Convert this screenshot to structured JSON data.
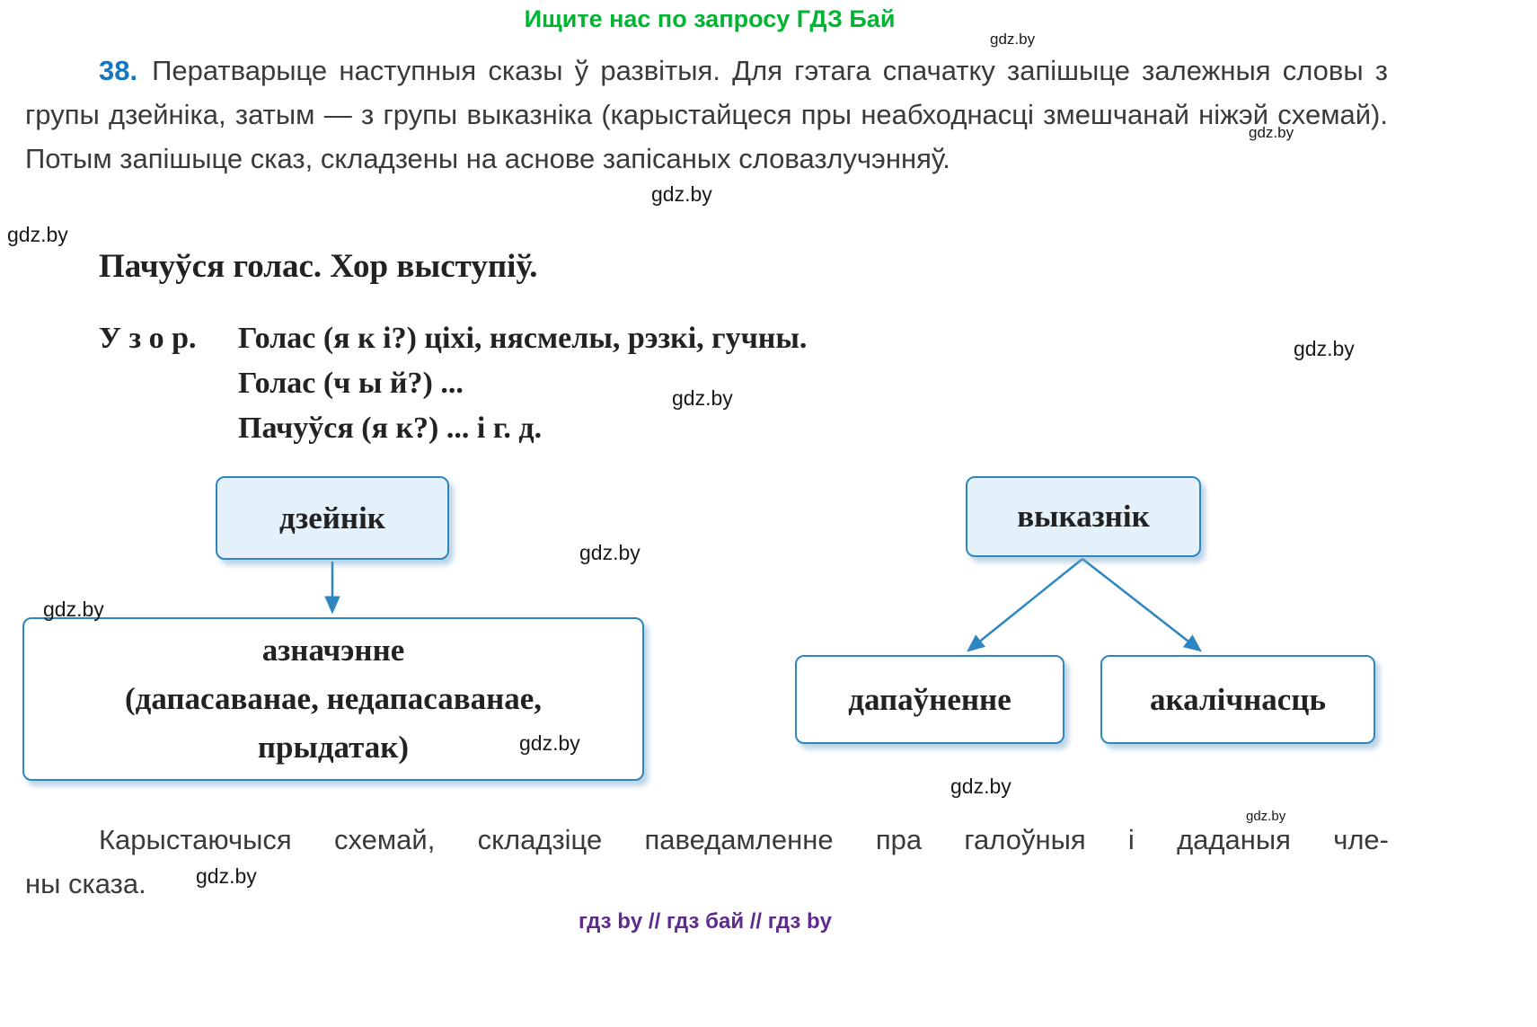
{
  "page": {
    "header_green": "Ищите нас по запросу ГДЗ Бай",
    "watermark": "gdz.by",
    "footer_purple": "гдз by  //  гдз бай  //  гдз by"
  },
  "exercise": {
    "number": "38.",
    "body": "Ператварыце наступныя сказы ў развітыя. Для гэтага спачатку запішыце залежныя словы з групы дзейніка, затым — з групы выказніка (карыстайцеся пры неабходнасці змешчанай ніжэй схемай). Потым запішыце сказ, складзены на аснове запісаных словазлучэнняў.",
    "sentences": "Пачуўся голас. Хор выступіў.",
    "uzor_label": "У з о р.",
    "uzor_lines": [
      "Голас (я к і?) ціхі, нясмелы, рэзкі, гучны.",
      "Голас (ч ы й?) ...",
      "Пачуўся (я к?) ... і г. д."
    ],
    "closing_lines": [
      "Карыстаючыся схемай, складзіце паведамленне пра галоўныя і даданыя чле-",
      "ны сказа."
    ]
  },
  "diagram": {
    "subject": "дзейнік",
    "predicate": "выказнік",
    "definition_lines": [
      "азначэнне",
      "(дапасаванае, недапасаванае,",
      "прыдатак)"
    ],
    "object": "дапаўненне",
    "adverbial": "акалічнасць"
  },
  "colors": {
    "green_header": "#00b532",
    "number_blue": "#1577bc",
    "box_border_blue": "#2e86c1",
    "box_fill_light_blue": "#e4f1fa",
    "footer_purple": "#5e2b8f",
    "body_text": "#3a3a3a"
  }
}
